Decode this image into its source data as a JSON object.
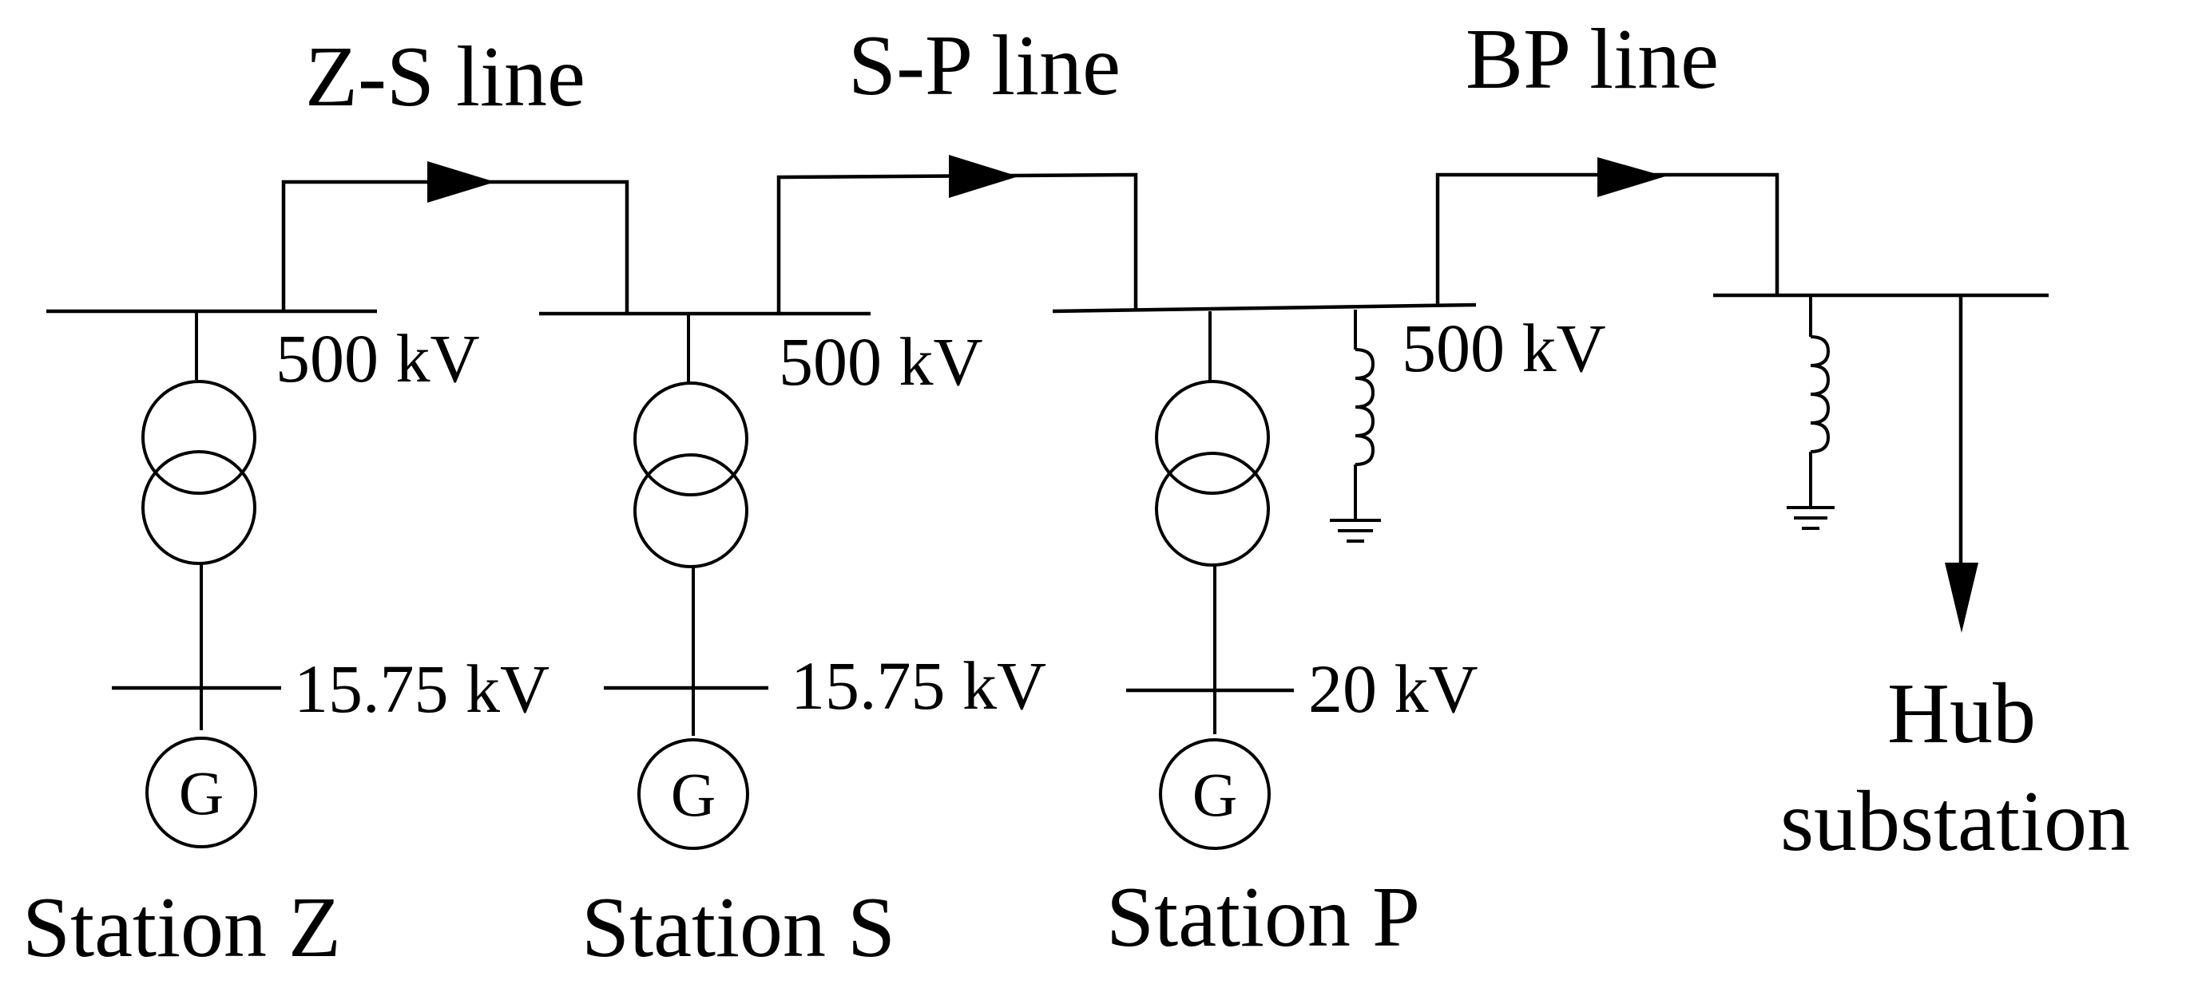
{
  "lines": [
    {
      "label": "Z-S line"
    },
    {
      "label": "S-P line"
    },
    {
      "label": "BP line"
    }
  ],
  "buses": {
    "hv": [
      "500 kV",
      "500 kV",
      "500 kV"
    ],
    "lv": [
      "15.75 kV",
      "15.75 kV",
      "20 kV"
    ]
  },
  "stations": [
    {
      "name": "Station Z",
      "generator": "G"
    },
    {
      "name": "Station S",
      "generator": "G"
    },
    {
      "name": "Station P",
      "generator": "G"
    }
  ],
  "hub": {
    "line1": "Hub",
    "line2": "substation"
  }
}
